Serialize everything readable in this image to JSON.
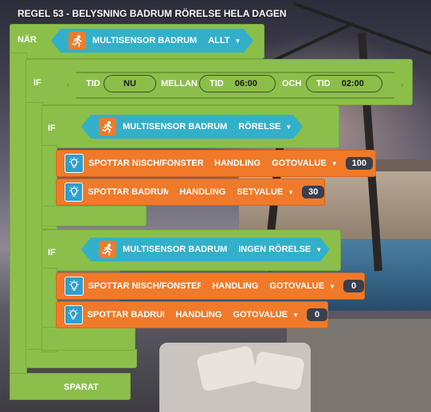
{
  "rule_title": "REGEL 53 - BELYSNING BADRUM RÖRELSE HELA DAGEN",
  "when_block": {
    "label": "NÄR",
    "sensor_name": "MULTISENSOR BADRUM",
    "trigger_value": "ALLT",
    "icon": "running-person-icon"
  },
  "if_time_block": {
    "label": "IF",
    "tid_label": "TID",
    "now_value": "NU",
    "between_label": "MELLAN",
    "tid_label_2": "TID",
    "start_time": "06:00",
    "and_label": "OCH",
    "tid_label_3": "TID",
    "end_time": "02:00"
  },
  "if_motion_block": {
    "label": "IF",
    "sensor_name": "MULTISENSOR BADRUM",
    "state_value": "RÖRELSE",
    "actions": [
      {
        "device": "SPOTTAR NISCH/FÖNSTER E",
        "handling_label": "HANDLING",
        "action": "GOTOVALUE",
        "value": "100"
      },
      {
        "device": "SPOTTAR BADRUM",
        "handling_label": "HANDLING",
        "action": "SETVALUE",
        "value": "30"
      }
    ]
  },
  "if_nomotion_block": {
    "label": "IF",
    "sensor_name": "MULTISENSOR BADRUM",
    "state_value": "INGEN RÖRELSE",
    "actions": [
      {
        "device": "SPOTTAR NISCH/FÖNSTER E",
        "handling_label": "HANDLING",
        "action": "GOTOVALUE",
        "value": "0"
      },
      {
        "device": "SPOTTAR BADRUM",
        "handling_label": "HANDLING",
        "action": "GOTOVALUE",
        "value": "0"
      }
    ]
  },
  "footer": {
    "saved_label": "SPARAT"
  },
  "colors": {
    "green": "#8bbf4a",
    "teal": "#33b0c9",
    "orange": "#f07a2a",
    "value_box": "#3b3f4d",
    "bulb_blue": "#2f9fcd"
  }
}
